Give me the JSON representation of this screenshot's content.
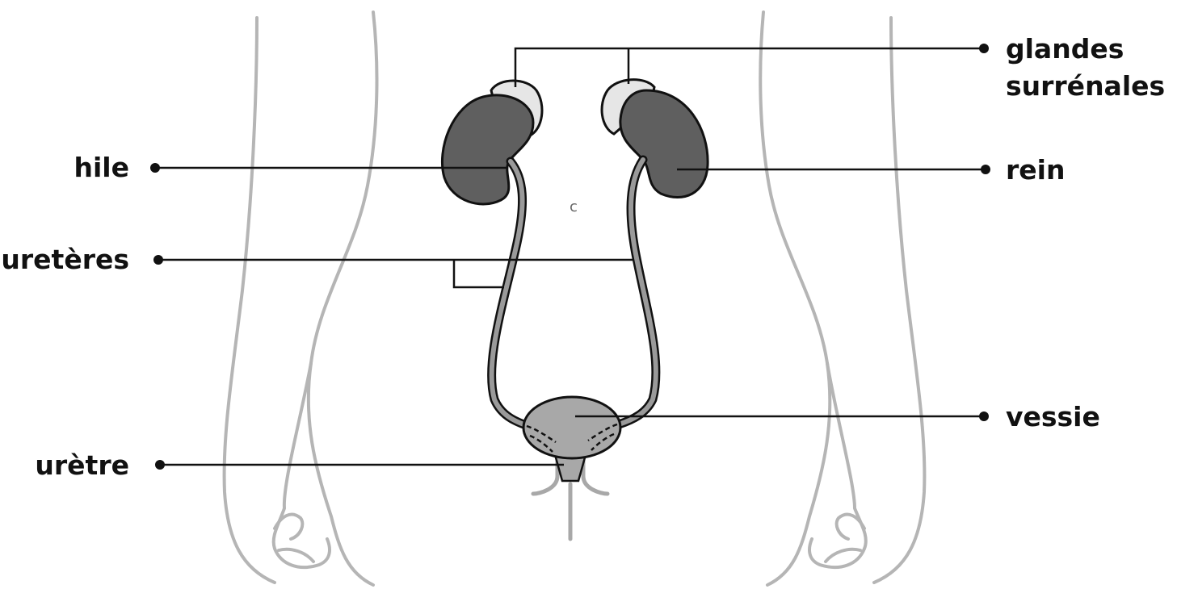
{
  "diagram": {
    "labels": {
      "glandes_line1": "glandes",
      "glandes_line2": "surrénales",
      "hile": "hile",
      "rein": "rein",
      "ureteres": "uretères",
      "vessie": "vessie",
      "uretre": "urètre",
      "stray_mark": "c"
    },
    "colors": {
      "kidney": "#5f5f5f",
      "adrenal": "#e6e6e6",
      "ureter": "#9a9a9a",
      "bladder": "#a8a8a8",
      "body_outline": "#b5b5b5",
      "leader_line": "#111111"
    }
  }
}
